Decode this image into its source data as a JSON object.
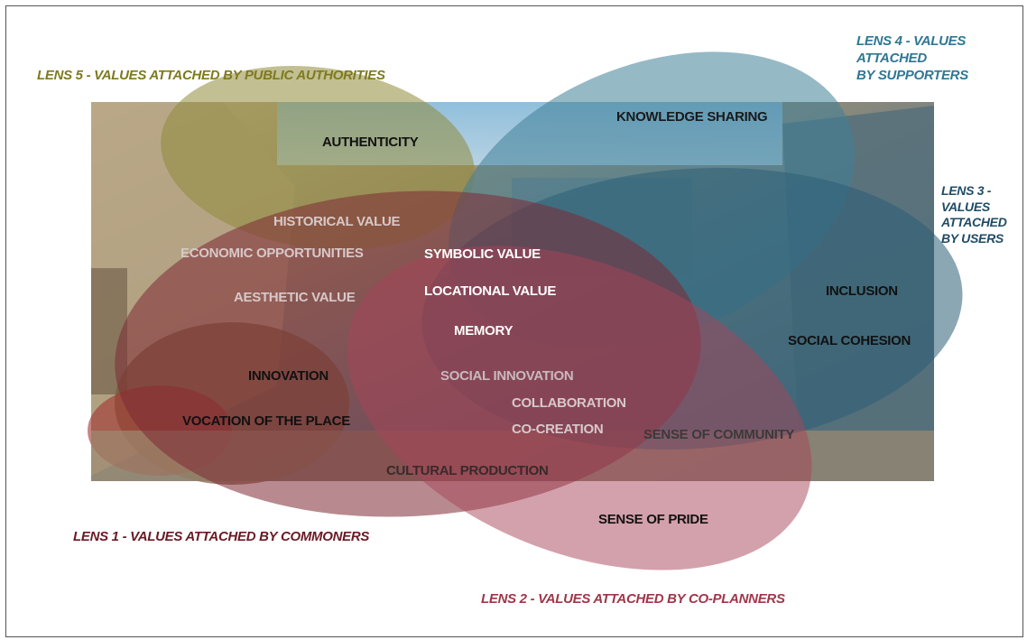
{
  "lenses": {
    "lens5": {
      "label": "LENS 5 - VALUES ATTACHED BY PUBLIC AUTHORITIES",
      "color": "#8a8a2a"
    },
    "lens4": {
      "line1": "LENS 4 - VALUES",
      "line2": "ATTACHED",
      "line3": "BY SUPPORTERS",
      "color": "#2f6f86"
    },
    "lens3": {
      "line1": "LENS 3 -",
      "line2": "VALUES",
      "line3": "ATTACHED",
      "line4": "BY USERS",
      "color": "#1e4a62"
    },
    "lens1": {
      "label": "LENS 1 - VALUES ATTACHED BY COMMONERS",
      "color": "#7a1f2a"
    },
    "lens2": {
      "label": "LENS 2 - VALUES ATTACHED BY CO-PLANNERS",
      "color": "#a0364a"
    }
  },
  "values": {
    "knowledge_sharing": "KNOWLEDGE SHARING",
    "authenticity": "AUTHENTICITY",
    "historical_value": "HISTORICAL VALUE",
    "economic_opportunities": "ECONOMIC OPPORTUNITIES",
    "symbolic_value": "SYMBOLIC VALUE",
    "locational_value": "LOCATIONAL VALUE",
    "aesthetic_value": "AESTHETIC VALUE",
    "inclusion": "INCLUSION",
    "memory": "MEMORY",
    "social_cohesion": "SOCIAL COHESION",
    "innovation": "INNOVATION",
    "social_innovation": "SOCIAL INNOVATION",
    "collaboration": "COLLABORATION",
    "vocation_of_the_place": "VOCATION OF THE PLACE",
    "co_creation": "CO-CREATION",
    "sense_of_community": "SENSE OF COMMUNITY",
    "cultural_production": "CULTURAL PRODUCTION",
    "sense_of_pride": "SENSE OF PRIDE"
  }
}
